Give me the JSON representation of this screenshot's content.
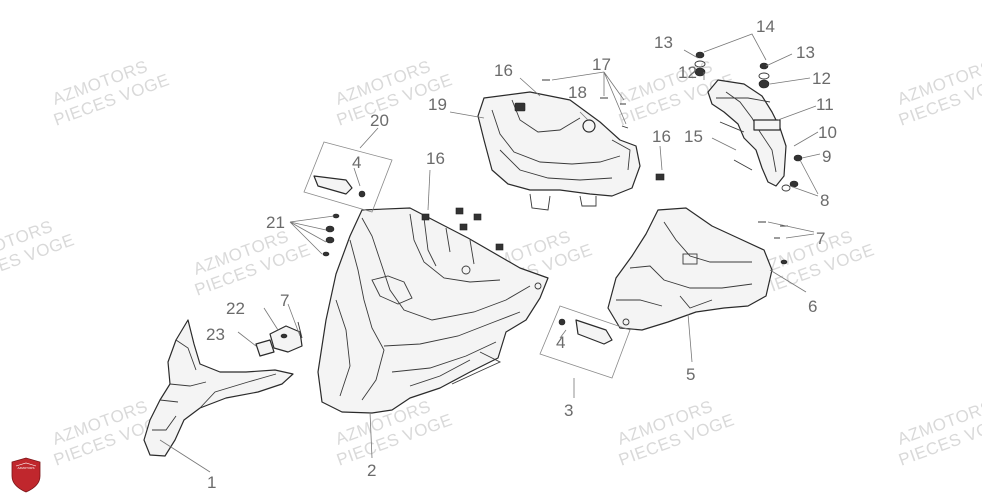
{
  "watermark": {
    "line1": "AZMOTORS",
    "line2": "PIECES VOGE",
    "positions_count_note": ""
  },
  "logo": {
    "text": "AZMOTORS",
    "color": "#c0272d"
  },
  "callouts": {
    "n1": "1",
    "n2": "2",
    "n3": "3",
    "n4a": "4",
    "n4b": "4",
    "n5": "5",
    "n6": "6",
    "n7a": "7",
    "n7b": "7",
    "n8": "8",
    "n9": "9",
    "n10": "10",
    "n11": "11",
    "n12a": "12",
    "n12b": "12",
    "n13a": "13",
    "n13b": "13",
    "n14": "14",
    "n15": "15",
    "n16a": "16",
    "n16b": "16",
    "n16c": "16",
    "n17": "17",
    "n18": "18",
    "n19": "19",
    "n20": "20",
    "n21": "21",
    "n22": "22",
    "n23": "23"
  },
  "colors": {
    "watermark": "#d9d9d9",
    "callout": "#6b6b6b",
    "logo": "#c0272d"
  }
}
